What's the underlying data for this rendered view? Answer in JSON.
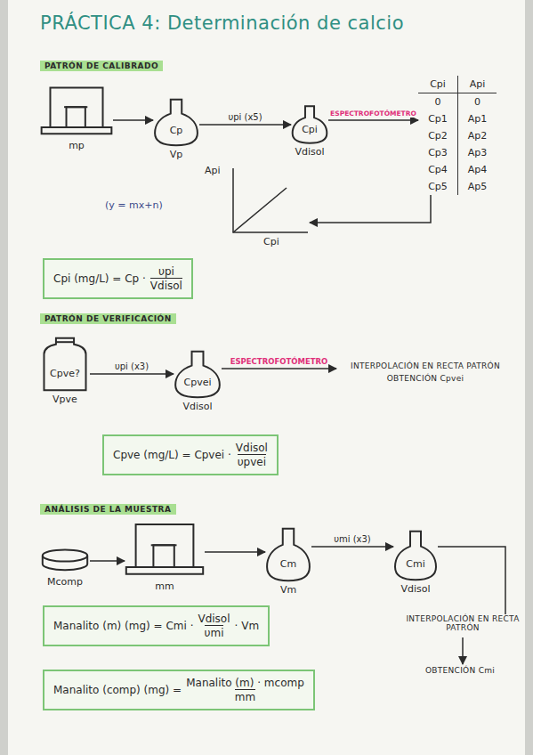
{
  "diagram": {
    "title": "PRÁCTICA 4: Determinación de calcio",
    "nodes": [
      {
        "text": [
          "PATRÓN DE CALIBRADO"
        ]
      },
      {
        "text": [
          "mp"
        ]
      },
      {
        "text": [
          "Cp",
          "Vp"
        ]
      },
      {
        "text": [
          "Cpi",
          "Vdisol"
        ]
      },
      {
        "text": [
          "Cpi",
          "Api",
          "0",
          "0",
          "Cp1",
          "Ap1",
          "Cp2",
          "Ap2",
          "Cp3",
          "Ap3",
          "Cp4",
          "Ap4",
          "Cp5",
          "Ap5"
        ]
      },
      {
        "text": [
          "Api",
          "Cpi"
        ]
      },
      {
        "text": [
          "Cpi (mg/L) = Cp ·",
          "υpi",
          "Vdisol"
        ]
      },
      {
        "text": [
          "PATRÓN DE VERIFICACIÓN"
        ]
      },
      {
        "text": [
          "Cpve?",
          "Vpve"
        ]
      },
      {
        "text": [
          "Cpvei",
          "Vdisol"
        ]
      },
      {
        "text": [
          "INTERPOLACIÓN EN RECTA PATRÓN",
          "OBTENCIÓN Cpvei"
        ]
      },
      {
        "text": [
          "Cpve (mg/L) = Cpvei ·",
          "Vdisol",
          "υpvei"
        ]
      },
      {
        "text": [
          "ANÁLISIS DE LA MUESTRA"
        ]
      },
      {
        "text": [
          "Mcomp"
        ]
      },
      {
        "text": [
          "mm"
        ]
      },
      {
        "text": [
          "Cm",
          "Vm"
        ]
      },
      {
        "text": [
          "Cmi",
          "Vdisol"
        ]
      },
      {
        "text": [
          "INTERPOLACIÓN EN RECTA PATRÓN"
        ]
      },
      {
        "text": [
          "OBTENCIÓN Cmi"
        ]
      },
      {
        "text": [
          "Manalito (m) (mg) = Cmi ·",
          "Vdisol",
          "υmi",
          "· Vm"
        ]
      },
      {
        "text": [
          "Manalito (comp) (mg) =",
          "Manalito (m) · mcomp",
          "mm"
        ]
      }
    ],
    "edges": [
      {
        "from": 1,
        "to": 2,
        "arrow": "to"
      },
      {
        "from": 2,
        "to": 3,
        "label": "υpi (x5)",
        "arrow": "to"
      },
      {
        "from": 3,
        "to": 4,
        "label": "ESPECTROFOTÓMETRO",
        "arrow": "to"
      },
      {
        "from": 4,
        "to": 5,
        "arrow": "to"
      },
      {
        "from": 8,
        "to": 9,
        "label": "υpi (x3)",
        "arrow": "to"
      },
      {
        "from": 9,
        "to": 10,
        "label": "ESPECTROFOTÓMETRO",
        "arrow": "to"
      },
      {
        "from": 13,
        "to": 14,
        "arrow": "to"
      },
      {
        "from": 14,
        "to": 15,
        "arrow": "to"
      },
      {
        "from": 15,
        "to": 16,
        "label": "υmi (x3)",
        "arrow": "to"
      },
      {
        "from": 16,
        "to": 17,
        "arrow": "none"
      },
      {
        "from": 17,
        "to": 18,
        "arrow": "to"
      }
    ],
    "labels": [
      "(y = mx+n)"
    ]
  }
}
